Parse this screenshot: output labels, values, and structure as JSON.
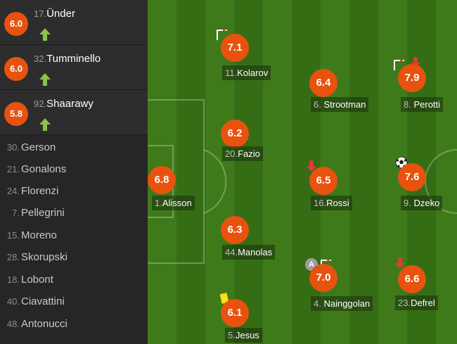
{
  "substitutes": [
    {
      "rating": "6.0",
      "number": "17.",
      "name": "Ünder"
    },
    {
      "rating": "6.0",
      "number": "32.",
      "name": "Tumminello"
    },
    {
      "rating": "5.8",
      "number": "92.",
      "name": "Shaarawy"
    }
  ],
  "bench": [
    {
      "number": "30.",
      "name": "Gerson"
    },
    {
      "number": "21.",
      "name": "Gonalons"
    },
    {
      "number": "24.",
      "name": "Florenzi"
    },
    {
      "number": "7.",
      "name": "Pellegrini"
    },
    {
      "number": "15.",
      "name": "Moreno"
    },
    {
      "number": "28.",
      "name": "Skorupski"
    },
    {
      "number": "18.",
      "name": "Lobont"
    },
    {
      "number": "40.",
      "name": "Ciavattini"
    },
    {
      "number": "48.",
      "name": "Antonucci"
    }
  ],
  "players": [
    {
      "rating": "7.1",
      "number": "11.",
      "name": "Kolarov",
      "icons": [
        "corner-flag-icon"
      ]
    },
    {
      "rating": "6.2",
      "number": "20.",
      "name": "Fazio",
      "icons": []
    },
    {
      "rating": "6.8",
      "number": "1.",
      "name": "Alisson",
      "icons": []
    },
    {
      "rating": "6.3",
      "number": "44.",
      "name": "Manolas",
      "icons": []
    },
    {
      "rating": "6.1",
      "number": "5.",
      "name": "Jesus",
      "icons": [
        "yellow-card-icon"
      ]
    },
    {
      "rating": "6.4",
      "number": "6.",
      "name": "Strootman",
      "icons": []
    },
    {
      "rating": "6.5",
      "number": "16.",
      "name": "Rossi",
      "icons": [
        "sub-off-arrow-icon"
      ]
    },
    {
      "rating": "7.0",
      "number": "4.",
      "name": "Nainggolan",
      "icons": [
        "captain-badge-icon",
        "corner-flag-icon"
      ]
    },
    {
      "rating": "7.9",
      "number": "8.",
      "name": "Perotti",
      "icons": [
        "corner-flag-icon",
        "sub-off-arrow-icon"
      ]
    },
    {
      "rating": "7.6",
      "number": "9.",
      "name": "Dzeko",
      "icons": [
        "goal-ball-icon"
      ]
    },
    {
      "rating": "6.6",
      "number": "23.",
      "name": "Defrel",
      "icons": [
        "sub-off-arrow-icon"
      ]
    }
  ],
  "captain_badge": "A",
  "colors": {
    "rating_bg": "#e8520f",
    "sub_on_arrow": "#8bc34a",
    "sub_off_arrow": "#e53935",
    "yellow_card": "#f7e11b",
    "pitch_light": "#3f7a1a",
    "pitch_dark": "#356d15"
  }
}
